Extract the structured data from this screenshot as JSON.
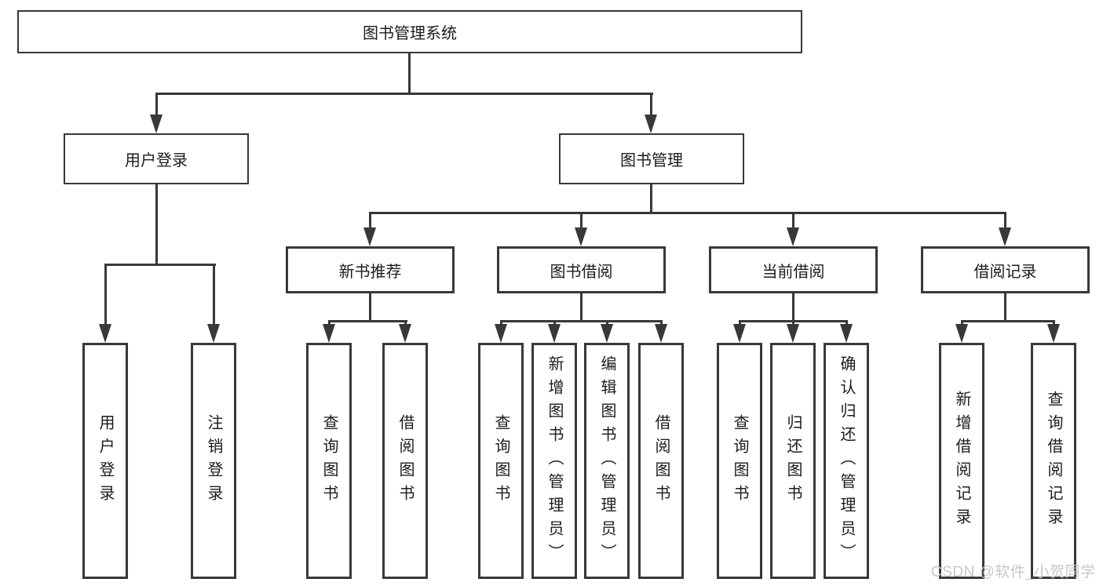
{
  "diagram_title": "图书管理系统",
  "tree": {
    "label": "图书管理系统",
    "children": [
      {
        "label": "用户登录",
        "children": [
          {
            "label": "用户登录"
          },
          {
            "label": "注销登录"
          }
        ]
      },
      {
        "label": "图书管理",
        "children": [
          {
            "label": "新书推荐",
            "children": [
              {
                "label": "查询图书"
              },
              {
                "label": "借阅图书"
              }
            ]
          },
          {
            "label": "图书借阅",
            "children": [
              {
                "label": "查询图书"
              },
              {
                "label": "新增图书（管理员）"
              },
              {
                "label": "编辑图书（管理员）"
              },
              {
                "label": "借阅图书"
              }
            ]
          },
          {
            "label": "当前借阅",
            "children": [
              {
                "label": "查询图书"
              },
              {
                "label": "归还图书"
              },
              {
                "label": "确认归还（管理员）"
              }
            ]
          },
          {
            "label": "借阅记录",
            "children": [
              {
                "label": "新增借阅记录"
              },
              {
                "label": "查询借阅记录"
              }
            ]
          }
        ]
      }
    ]
  },
  "watermark": {
    "text": "CSDN @软件_小贺同学"
  },
  "colors": {
    "line": "#383838",
    "text": "#1c1c1c",
    "background": "#ffffff",
    "watermark": "#c7c7c7"
  }
}
